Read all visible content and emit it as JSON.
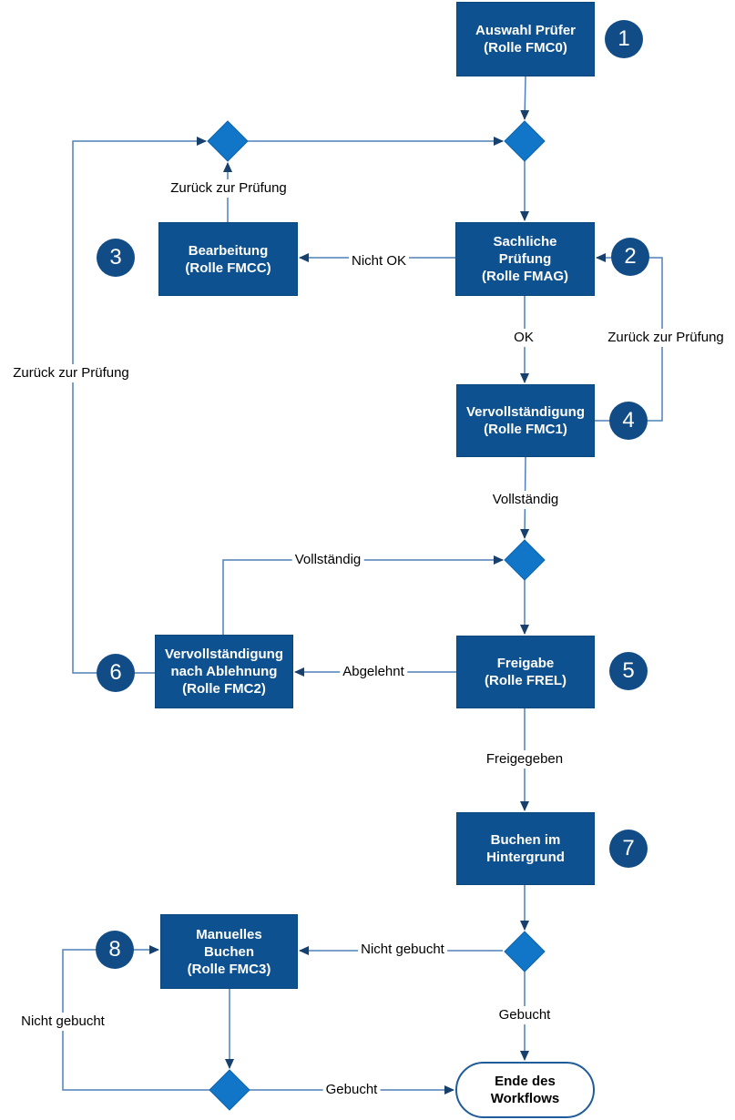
{
  "nodes": {
    "auswahl_pruefer": {
      "label": "Auswahl Prüfer\n(Rolle FMC0)",
      "badge": "1"
    },
    "sachliche_pruefung": {
      "label": "Sachliche\nPrüfung\n(Rolle FMAG)",
      "badge": "2"
    },
    "bearbeitung": {
      "label": "Bearbeitung\n(Rolle FMCC)",
      "badge": "3"
    },
    "vervollstaendigung": {
      "label": "Vervollständigung\n(Rolle FMC1)",
      "badge": "4"
    },
    "freigabe": {
      "label": "Freigabe\n(Rolle FREL)",
      "badge": "5"
    },
    "vervollstaendigung_na": {
      "label": "Vervollständigung\nnach Ablehnung\n(Rolle FMC2)",
      "badge": "6"
    },
    "buchen_hintergrund": {
      "label": "Buchen im\nHintergrund",
      "badge": "7"
    },
    "manuelles_buchen": {
      "label": "Manuelles\nBuchen\n(Rolle FMC3)",
      "badge": "8"
    },
    "ende": {
      "label": "Ende des\nWorkflows"
    }
  },
  "edge_labels": {
    "zurueck_bearbeitung": "Zurück zur Prüfung",
    "nicht_ok": "Nicht OK",
    "ok": "OK",
    "zurueck_vervollstaendigung": "Zurück zur Prüfung",
    "vollstaendig": "Vollständig",
    "vollstaendig_na": "Vollständig",
    "abgelehnt": "Abgelehnt",
    "freigegeben": "Freigegeben",
    "nicht_gebucht_auto": "Nicht gebucht",
    "gebucht_auto": "Gebucht",
    "nicht_gebucht_manuell": "Nicht gebucht",
    "zurueck_ablehnung": "Zurück zur Prüfung",
    "gebucht_manuell": "Gebucht"
  },
  "colors": {
    "process_box": "#0d5191",
    "badge_circle": "#114c86",
    "decision_diamond": "#1176c8",
    "connector_line": "#4f81b8",
    "arrowhead": "#17406d",
    "terminator_border": "#1f5c99"
  }
}
